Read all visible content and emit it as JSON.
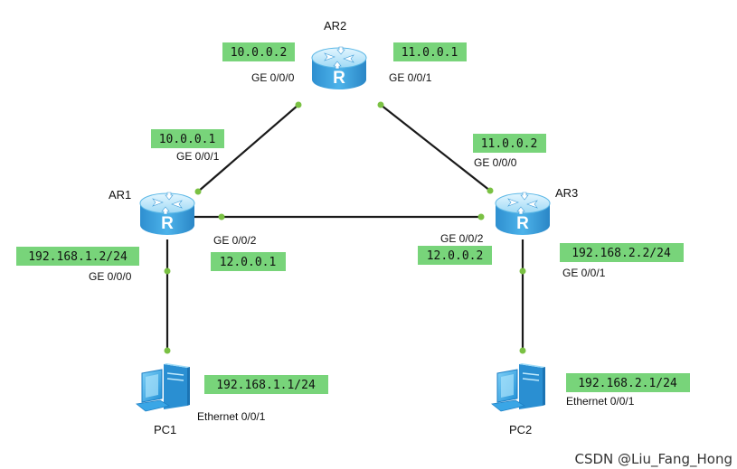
{
  "colors": {
    "ip_box": "#78d47a",
    "port_dot": "#7ac143",
    "link": "#1a1a1a",
    "router_top": "#bfe8fb",
    "router_body": "#3fa8e0",
    "pc": "#2f9fe0"
  },
  "icons": {
    "router": "router-icon",
    "pc": "pc-icon"
  },
  "devices": {
    "ar1": {
      "label": "AR1",
      "glyph": "R"
    },
    "ar2": {
      "label": "AR2",
      "glyph": "R"
    },
    "ar3": {
      "label": "AR3",
      "glyph": "R"
    },
    "pc1": {
      "label": "PC1"
    },
    "pc2": {
      "label": "PC2"
    }
  },
  "interfaces": {
    "ar2_g000": {
      "port": "GE 0/0/0",
      "ip": "10.0.0.2"
    },
    "ar2_g001": {
      "port": "GE 0/0/1",
      "ip": "11.0.0.1"
    },
    "ar1_g001": {
      "port": "GE 0/0/1",
      "ip": "10.0.0.1"
    },
    "ar3_g000": {
      "port": "GE 0/0/0",
      "ip": "11.0.0.2"
    },
    "ar1_g002": {
      "port": "GE 0/0/2",
      "ip": "12.0.0.1"
    },
    "ar3_g002": {
      "port": "GE 0/0/2",
      "ip": "12.0.0.2"
    },
    "ar1_g000": {
      "port": "GE 0/0/0",
      "ip": "192.168.1.2/24"
    },
    "ar3_g001": {
      "port": "GE 0/0/1",
      "ip": "192.168.2.2/24"
    },
    "pc1_eth": {
      "port": "Ethernet 0/0/1",
      "ip": "192.168.1.1/24"
    },
    "pc2_eth": {
      "port": "Ethernet 0/0/1",
      "ip": "192.168.2.1/24"
    }
  },
  "watermark": "CSDN @Liu_Fang_Hong"
}
